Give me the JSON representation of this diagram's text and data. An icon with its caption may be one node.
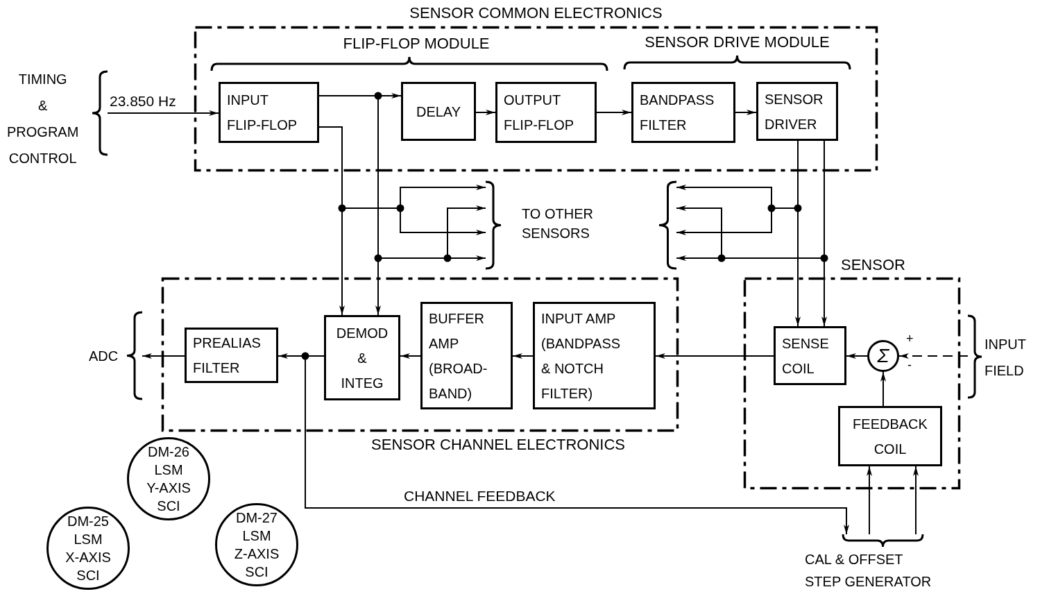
{
  "diagram": {
    "nodes": [
      {
        "text": [
          "SENSOR COMMON ELECTRONICS"
        ]
      },
      {
        "text": [
          "INPUT FLIP-FLOP"
        ],
        "in": 0
      },
      {
        "text": [
          "DELAY"
        ],
        "in": 0
      },
      {
        "text": [
          "OUTPUT FLIP-FLOP"
        ],
        "in": 0
      },
      {
        "text": [
          "BANDPASS FILTER"
        ],
        "in": 0
      },
      {
        "text": [
          "SENSOR DRIVER"
        ],
        "in": 0
      },
      {
        "text": [
          "TIMING & PROGRAM CONTROL"
        ]
      },
      {
        "text": [
          "SENSOR CHANNEL ELECTRONICS"
        ]
      },
      {
        "text": [
          "PREALIAS FILTER"
        ],
        "in": 7
      },
      {
        "text": [
          "DEMOD & INTEG"
        ],
        "in": 7
      },
      {
        "text": [
          "BUFFER AMP (BROAD- BAND)"
        ],
        "in": 7
      },
      {
        "text": [
          "INPUT AMP (BANDPASS & NOTCH FILTER)"
        ],
        "in": 7
      },
      {
        "text": [
          "SENSOR"
        ]
      },
      {
        "text": [
          "SENSE COIL"
        ],
        "in": 12
      },
      {
        "text": [
          "Σ"
        ],
        "in": 12,
        "beside": [
          "+",
          "-"
        ]
      },
      {
        "text": [
          "FEEDBACK COIL"
        ],
        "in": 12
      },
      {
        "text": [
          "ADC"
        ]
      },
      {
        "text": [
          "INPUT FIELD"
        ]
      },
      {
        "text": [
          "CAL & OFFSET STEP GENERATOR"
        ]
      },
      {
        "text": [
          "TO OTHER SENSORS"
        ]
      },
      {
        "text": [],
        "shape": "brace"
      },
      {
        "text": [
          "DM-26 LSM Y-AXIS SCI"
        ]
      },
      {
        "text": [
          "DM-25 LSM X-AXIS SCI"
        ]
      },
      {
        "text": [
          "DM-27 LSM Z-AXIS SCI"
        ]
      }
    ],
    "edges": [
      {
        "from": 6,
        "to": 1,
        "arrow": "to",
        "label": "23.850 Hz"
      },
      {
        "from": 1,
        "to": 2,
        "arrow": "to"
      },
      {
        "from": 2,
        "to": 3,
        "arrow": "to"
      },
      {
        "from": 3,
        "to": 4,
        "arrow": "to"
      },
      {
        "from": 4,
        "to": 5,
        "arrow": "to"
      },
      {
        "from": 1,
        "to": 9,
        "arrow": "to"
      },
      {
        "from": 1,
        "to": 9,
        "arrow": "to"
      },
      {
        "from": 1,
        "to": 19,
        "arrow": "to"
      },
      {
        "from": 1,
        "to": 19,
        "arrow": "to"
      },
      {
        "from": 1,
        "to": 19,
        "arrow": "to"
      },
      {
        "from": 1,
        "to": 19,
        "arrow": "to"
      },
      {
        "from": 5,
        "to": 20,
        "arrow": "to"
      },
      {
        "from": 5,
        "to": 20,
        "arrow": "to"
      },
      {
        "from": 5,
        "to": 20,
        "arrow": "to"
      },
      {
        "from": 5,
        "to": 20,
        "arrow": "to"
      },
      {
        "from": 5,
        "to": 13,
        "arrow": "to"
      },
      {
        "from": 5,
        "to": 13,
        "arrow": "to"
      },
      {
        "from": 13,
        "to": 11,
        "arrow": "to"
      },
      {
        "from": 11,
        "to": 10,
        "arrow": "to"
      },
      {
        "from": 10,
        "to": 9,
        "arrow": "to"
      },
      {
        "from": 9,
        "to": 8,
        "arrow": "to"
      },
      {
        "from": 8,
        "to": 16,
        "arrow": "to"
      },
      {
        "from": 17,
        "to": 14,
        "arrow": "to",
        "style": "dashed"
      },
      {
        "from": 14,
        "to": 13,
        "arrow": "to"
      },
      {
        "from": 15,
        "to": 14,
        "arrow": "to"
      },
      {
        "from": 18,
        "to": 15,
        "arrow": "to"
      },
      {
        "from": 18,
        "to": 15,
        "arrow": "to"
      },
      {
        "from": 9,
        "to": 18,
        "arrow": "to",
        "label": "CHANNEL FEEDBACK"
      }
    ],
    "labels": [
      "FLIP-FLOP MODULE",
      "SENSOR DRIVE MODULE"
    ]
  }
}
